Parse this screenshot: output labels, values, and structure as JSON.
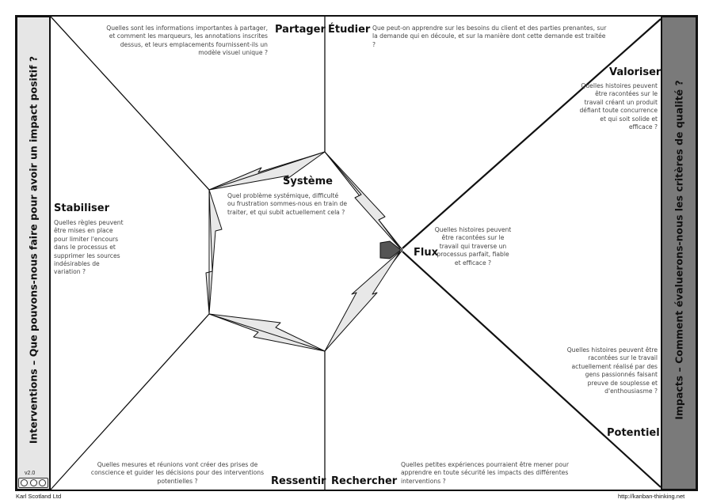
{
  "left_panel": {
    "title": "Interventions – Que pouvons-nous faire pour avoir un impact positif ?"
  },
  "right_panel": {
    "title": "Impacts – Comment évaluerons-nous les critères de qualité ?"
  },
  "sections": {
    "partager": {
      "label": "Partager",
      "question": "Quelles sont les informations importantes à partager, et comment les marqueurs, les annotations inscrites dessus, et leurs emplacements fournissent-ils un modèle visuel unique ?"
    },
    "etudier": {
      "label": "Étudier",
      "question": "Que peut-on apprendre sur les besoins du client et des parties prenantes, sur la demande qui en découle, et sur la manière dont cette demande est traitée ?"
    },
    "valoriser": {
      "label": "Valoriser",
      "question": "Quelles histoires peuvent être racontées sur le travail créant un produit défiant toute concurrence et qui soit solide et efficace ?"
    },
    "stabiliser": {
      "label": "Stabiliser",
      "question": "Quelles règles peuvent être mises en place pour limiter l'encours dans le processus et supprimer les sources indésirables de variation ?"
    },
    "systeme": {
      "label": "Système",
      "question": "Quel problème systémique, difficulté ou frustration sommes-nous en train de traiter, et qui subit actuellement cela ?"
    },
    "flux": {
      "label": "Flux",
      "question": "Quelles histoires peuvent être racontées sur le travail qui traverse un processus parfait, fiable et efficace ?"
    },
    "potentiel": {
      "label": "Potentiel",
      "question": "Quelles histoires peuvent être racontées sur le travail actuellement réalisé par des gens passionnés faisant preuve de souplesse et d'enthousiasme ?"
    },
    "ressentir": {
      "label": "Ressentir",
      "question": "Quelles mesures et réunions vont créer des prises de conscience et guider les décisions pour des interventions potentielles ?"
    },
    "rechercher": {
      "label": "Rechercher",
      "question": "Quelles petites expériences pourraient être mener pour apprendre en toute sécurité les impacts des différentes interventions ?"
    }
  },
  "footer": {
    "version": "v2.0",
    "author": "Karl Scotland Ltd",
    "url": "http://kanban-thinking.net"
  },
  "colors": {
    "left_panel": "#e6e6e6",
    "right_panel": "#7a7a7a",
    "arrow_fill": "#e8e8e8",
    "flux_marker": "#555555"
  }
}
